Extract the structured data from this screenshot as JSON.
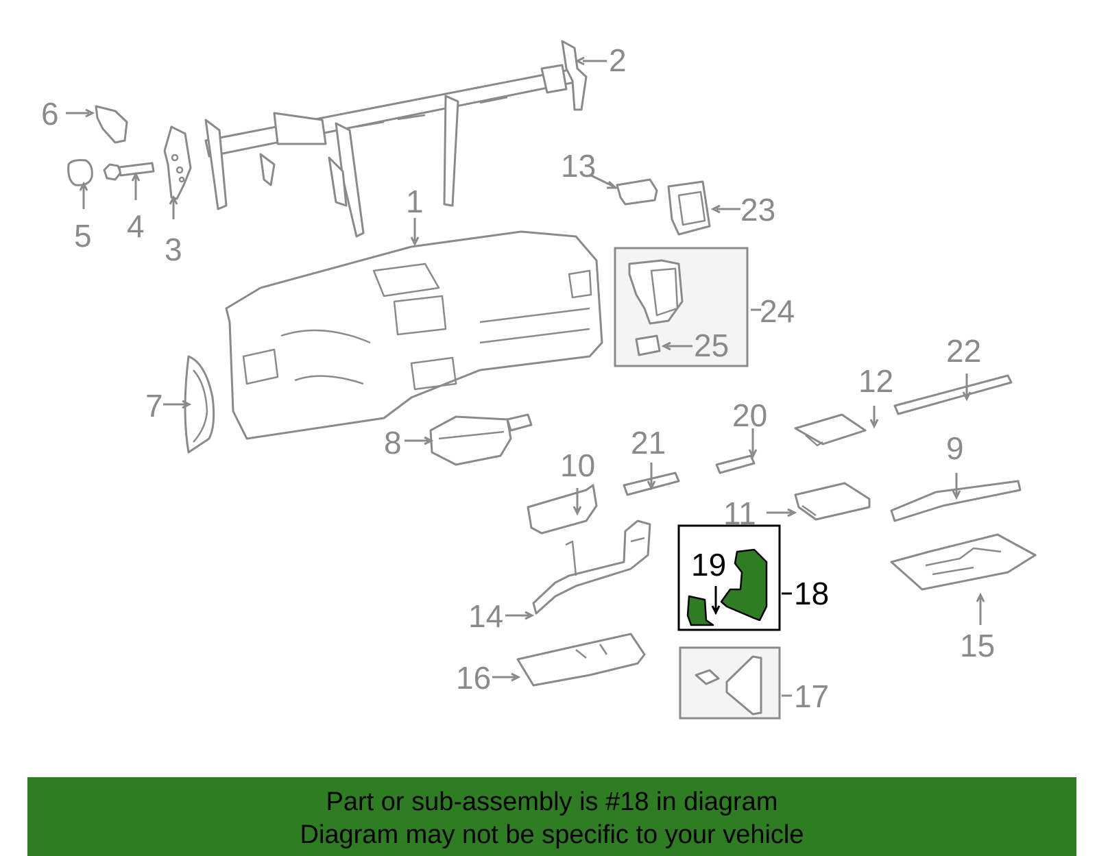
{
  "diagram": {
    "highlighted_part": "18",
    "callouts": {
      "1": "1",
      "2": "2",
      "3": "3",
      "4": "4",
      "5": "5",
      "6": "6",
      "7": "7",
      "8": "8",
      "9": "9",
      "10": "10",
      "11": "11",
      "12": "12",
      "13": "13",
      "14": "14",
      "15": "15",
      "16": "16",
      "17": "17",
      "18": "18",
      "19": "19",
      "20": "20",
      "21": "21",
      "22": "22",
      "23": "23",
      "24": "24",
      "25": "25"
    },
    "colors": {
      "highlight": "#2e7d22",
      "part_stroke": "#8a8a8a",
      "highlight_label": "#000000"
    }
  },
  "banner": {
    "line1": "Part or sub-assembly is #18 in diagram",
    "line2": "Diagram may not be specific to your vehicle"
  }
}
